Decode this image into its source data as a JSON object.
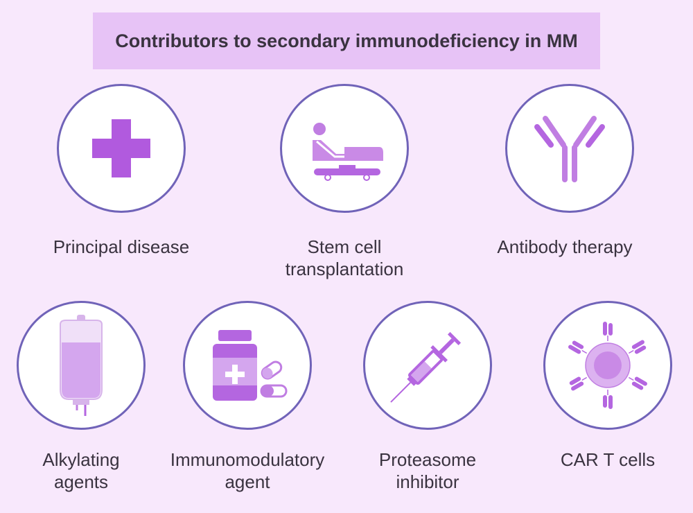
{
  "title": "Contributors to secondary immunodeficiency in MM",
  "items": [
    {
      "lines": [
        "Principal disease"
      ],
      "icon": "plus-icon"
    },
    {
      "lines": [
        "Stem cell",
        "transplantation"
      ],
      "icon": "hospital-bed-icon"
    },
    {
      "lines": [
        "Antibody therapy"
      ],
      "icon": "antibody-icon"
    },
    {
      "lines": [
        "Alkylating",
        "agents"
      ],
      "icon": "iv-bag-icon"
    },
    {
      "lines": [
        "Immunomodulatory",
        "agent"
      ],
      "icon": "medicine-bottle-icon"
    },
    {
      "lines": [
        "Proteasome",
        "inhibitor"
      ],
      "icon": "syringe-icon"
    },
    {
      "lines": [
        "CAR T cells"
      ],
      "icon": "car-t-cell-icon"
    }
  ],
  "colors": {
    "background": "#f8e8fc",
    "title_box": "#e7c3f6",
    "circle_border": "#7063b8",
    "icon": "#b466e0"
  }
}
